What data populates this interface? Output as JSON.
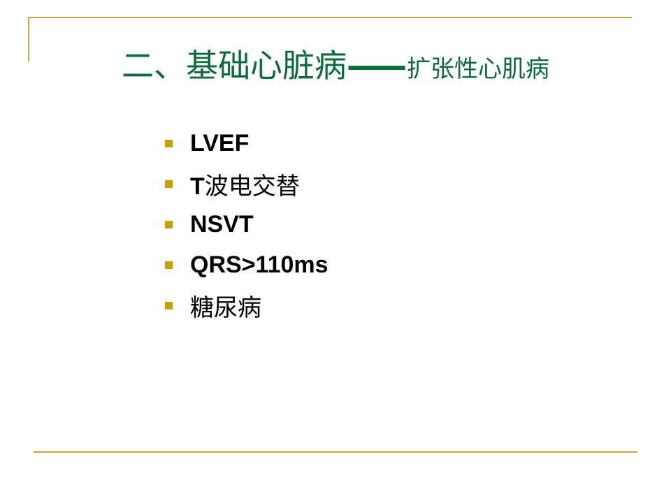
{
  "slide": {
    "title": {
      "main": "二、基础心脏病",
      "dash": "——",
      "sub": "扩张性心肌病"
    },
    "bullets": [
      {
        "latin": "LVEF",
        "cjk": ""
      },
      {
        "latin": "T",
        "cjk": "波电交替"
      },
      {
        "latin": "NSVT",
        "cjk": ""
      },
      {
        "latin": "QRS>110ms",
        "cjk": ""
      },
      {
        "latin": "",
        "cjk": "糖尿病"
      }
    ]
  },
  "colors": {
    "title": "#0b6b3a",
    "rule": "#c8a832",
    "bullet_marker": "#c8a000",
    "text": "#000000",
    "background": "#ffffff"
  }
}
